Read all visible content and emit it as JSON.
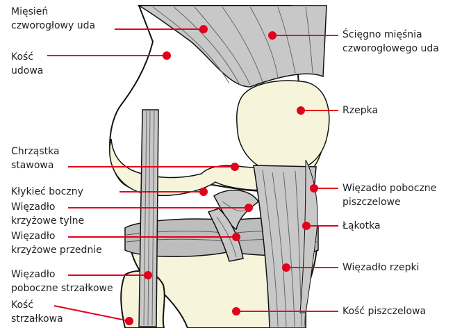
{
  "labels_left": [
    {
      "id": "quad",
      "text": "Mięsień\nczworogłowy uda"
    },
    {
      "id": "femur",
      "text": "Kość\nudowa"
    },
    {
      "id": "cartilage",
      "text": "Chrząstka\nstawowa"
    },
    {
      "id": "condyle",
      "text": "Kłykieć boczny"
    },
    {
      "id": "pcl",
      "text": "Więzadło\nkrzyżowe tylne"
    },
    {
      "id": "acl",
      "text": "Więzadło\nkrzyżowe przednie"
    },
    {
      "id": "fcl",
      "text": "Więzadło\npoboczne strzałkowe"
    },
    {
      "id": "fibula",
      "text": "Kość\nstrzałkowa"
    }
  ],
  "labels_right": [
    {
      "id": "quad_tendon",
      "text": "Ścięgno mięśnia\nczworogłowego uda"
    },
    {
      "id": "patella",
      "text": "Rzepka"
    },
    {
      "id": "mcl",
      "text": "Więzadło poboczne\npiszczelowe"
    },
    {
      "id": "meniscus",
      "text": "Łąkotka"
    },
    {
      "id": "patellar_lig",
      "text": "Więzadło rzepki"
    },
    {
      "id": "tibia",
      "text": "Kość piszczelowa"
    }
  ],
  "colors": {
    "pointer": "#e3001b",
    "bone": "#f7f4dc",
    "ligament": "#c8c8c8",
    "outline": "#111111"
  }
}
